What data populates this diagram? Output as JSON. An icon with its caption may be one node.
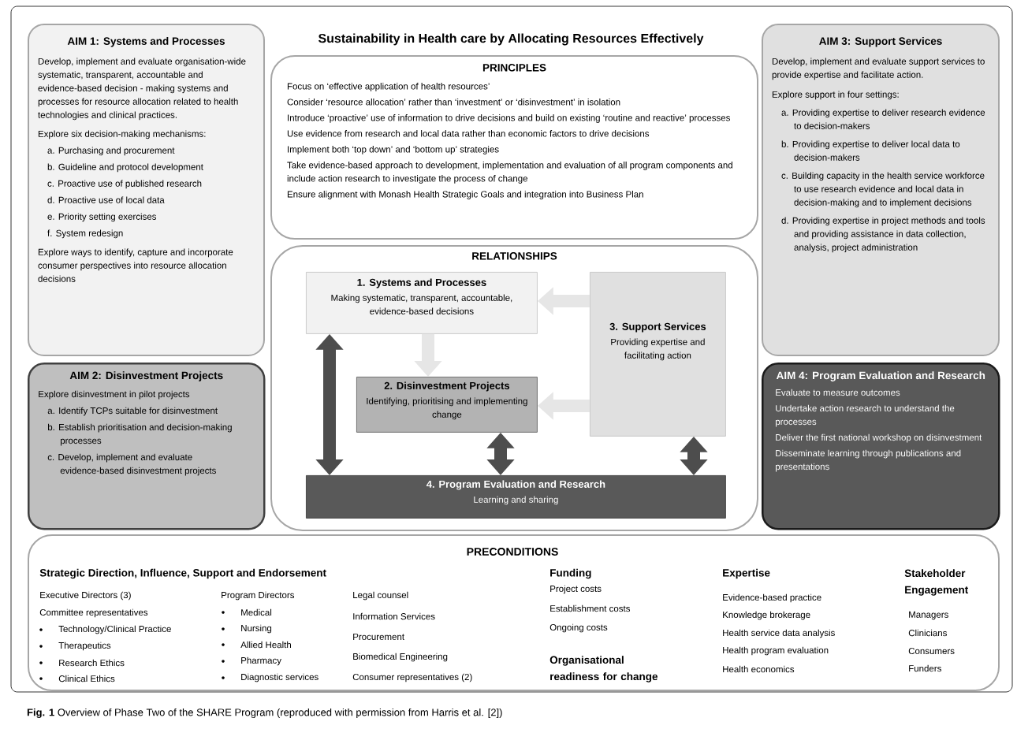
{
  "diagram": {
    "title": "Sustainability in Health care by Allocating Resources Effectively",
    "caption": "**Fig. 1** Overview of Phase Two of the SHARE Program (reproduced with permission from Harris et al. [2])",
    "nodes": [
      {
        "text": [
          "AIM 1: Systems and Processes",
          "Develop, implement and evaluate organisation-wide systematic, transparent, accountable and evidence-based decision - making systems and processes for resource allocation related to health technologies and clinical practices.",
          "Explore six decision-making mechanisms:",
          "a. Purchasing and procurement",
          "b. Guideline and protocol development",
          "c. Proactive use of published research",
          "d. Proactive use of local data",
          "e. Priority setting exercises",
          "f. System redesign",
          "Explore ways to identify, capture and incorporate consumer perspectives into resource allocation decisions"
        ]
      },
      {
        "text": [
          "AIM 2: Disinvestment Projects",
          "Explore disinvestment in pilot projects",
          "a. Identify TCPs suitable for disinvestment",
          "b. Establish prioritisation and decision-making processes",
          "c. Develop, implement and evaluate evidence-based disinvestment projects"
        ]
      },
      {
        "text": [
          "AIM 3: Support Services",
          "Develop, implement and evaluate support services to provide expertise and facilitate action.",
          "Explore support in four settings:",
          "a. Providing expertise to deliver research evidence to decision-makers",
          "b. Providing expertise to deliver local data to decision-makers",
          "c. Building capacity in the health service workforce to use research evidence and local data in decision-making and to implement decisions",
          "d. Providing expertise in project methods and tools and providing assistance in data collection, analysis, project administration"
        ]
      },
      {
        "text": [
          "AIM 4: Program Evaluation and Research",
          "Evaluate to measure outcomes",
          "Undertake action research to understand the processes",
          "Deliver the first national workshop on disinvestment",
          "Disseminate learning through publications and presentations"
        ]
      },
      {
        "text": [
          "PRINCIPLES",
          "Focus on ‘effective application of health resources’",
          "Consider ‘resource allocation’ rather than ‘investment’ or ‘disinvestment’ in isolation",
          "Introduce ‘proactive’ use of information to drive decisions and build on existing ‘routine and reactive’ processes",
          "Use evidence from research and local data rather than economic factors to drive decisions",
          "Implement both ‘top down’ and ‘bottom up’ strategies",
          "Take evidence-based approach to development, implementation and evaluation of all program components and include action research to investigate the process of change",
          "Ensure alignment with Monash Health Strategic Goals and integration into Business Plan"
        ]
      },
      {
        "text": [
          "RELATIONSHIPS"
        ]
      },
      {
        "text": [
          "1. Systems and Processes",
          "Making systematic, transparent, accountable, evidence-based decisions"
        ],
        "in": 5
      },
      {
        "text": [
          "3. Support Services",
          "Providing expertise and facilitating action"
        ],
        "in": 5
      },
      {
        "text": [
          "2. Disinvestment Projects",
          "Identifying, prioritising and implementing change"
        ],
        "in": 5
      },
      {
        "text": [
          "4. Program Evaluation and Research",
          "Learning and sharing"
        ],
        "in": 5
      },
      {
        "text": [
          "PRECONDITIONS",
          "Strategic Direction, Influence, Support and Endorsement",
          "Executive Directors (3)",
          "Committee representatives",
          "Technology/Clinical Practice",
          "Therapeutics",
          "Research Ethics",
          "Clinical Ethics",
          "Program Directors",
          "Medical",
          "Nursing",
          "Allied Health",
          "Pharmacy",
          "Diagnostic services",
          "Legal counsel",
          "Information Services",
          "Procurement",
          "Biomedical Engineering",
          "Consumer representatives (2)",
          "Funding",
          "Project costs",
          "Establishment costs",
          "Ongoing costs",
          "Organisational readiness for change",
          "Expertise",
          "Evidence-based practice",
          "Knowledge brokerage",
          "Health service data analysis",
          "Health program evaluation",
          "Health economics",
          "Stakeholder Engagement",
          "Managers",
          "Clinicians",
          "Consumers",
          "Funders"
        ]
      }
    ],
    "edges": [
      {
        "from": 7,
        "to": 6,
        "arrow": "to",
        "color": "#e6e6e6"
      },
      {
        "from": 6,
        "to": 8,
        "arrow": "to",
        "color": "#e6e6e6"
      },
      {
        "from": 7,
        "to": 8,
        "arrow": "to",
        "color": "#e6e6e6"
      },
      {
        "from": 6,
        "to": 9,
        "arrow": "both",
        "color": "#4d4d4d"
      },
      {
        "from": 8,
        "to": 9,
        "arrow": "both",
        "color": "#4d4d4d"
      },
      {
        "from": 7,
        "to": 9,
        "arrow": "both",
        "color": "#4d4d4d"
      }
    ]
  }
}
